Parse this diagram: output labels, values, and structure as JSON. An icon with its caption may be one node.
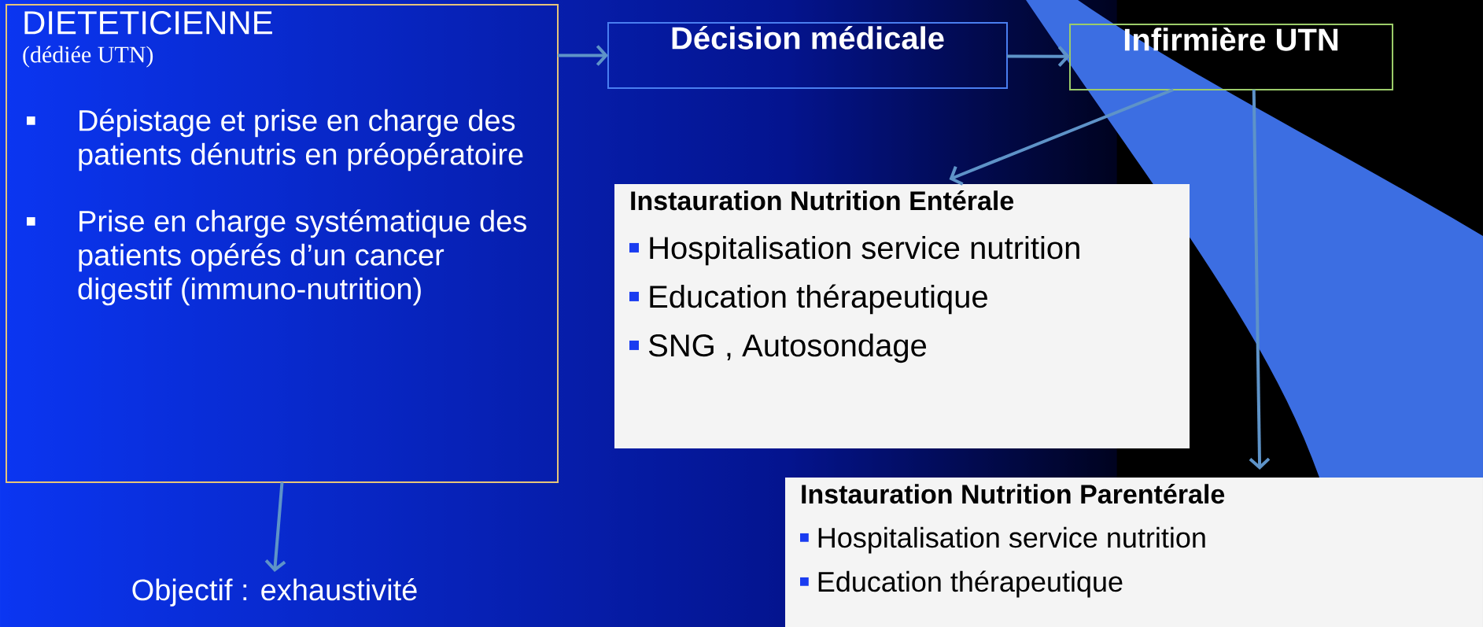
{
  "diagram": {
    "nodes": [
      {
        "text": [
          "DIETETICIENNE",
          "(dédiée UTN)",
          "Dépistage et prise en charge des patients dénutris en préopératoire",
          "Prise en charge systématique des patients opérés d’un cancer digestif (immuno-nutrition)"
        ]
      },
      {
        "text": [
          "Décision médicale"
        ]
      },
      {
        "text": [
          "Infirmière UTN"
        ]
      },
      {
        "text": [
          "Instauration Nutrition Entérale",
          "Hospitalisation service nutrition",
          "Education thérapeutique",
          "SNG , Autosondage"
        ]
      },
      {
        "text": [
          "Instauration Nutrition Parentérale",
          "Hospitalisation service nutrition",
          "Education thérapeutique"
        ]
      },
      {
        "text": [
          "Objectif : exhaustivité"
        ]
      }
    ],
    "edges": [
      {
        "from": 0,
        "to": 1,
        "arrow": "to"
      },
      {
        "from": 1,
        "to": 2,
        "arrow": "to"
      },
      {
        "from": 2,
        "to": 3,
        "arrow": "to"
      },
      {
        "from": 2,
        "to": 4,
        "arrow": "to"
      },
      {
        "from": 0,
        "to": 5,
        "arrow": "to"
      }
    ]
  }
}
